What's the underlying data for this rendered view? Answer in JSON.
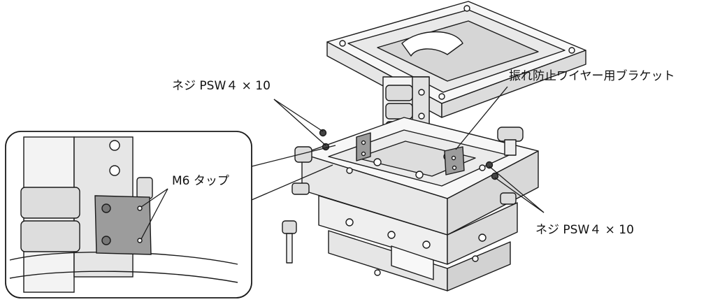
{
  "labels": {
    "screw_top": "ネジ PSW４ × 10",
    "screw_right": "ネジ PSW４ × 10",
    "bracket": "振れ防止ワイヤー用ブラケット",
    "tap": "M6 タップ"
  },
  "colors": {
    "line": "#1a1a1a",
    "part_fill": "#f2f2f2",
    "shade": "#d9d9d9",
    "bracket_fill": "#9c9c9c"
  }
}
